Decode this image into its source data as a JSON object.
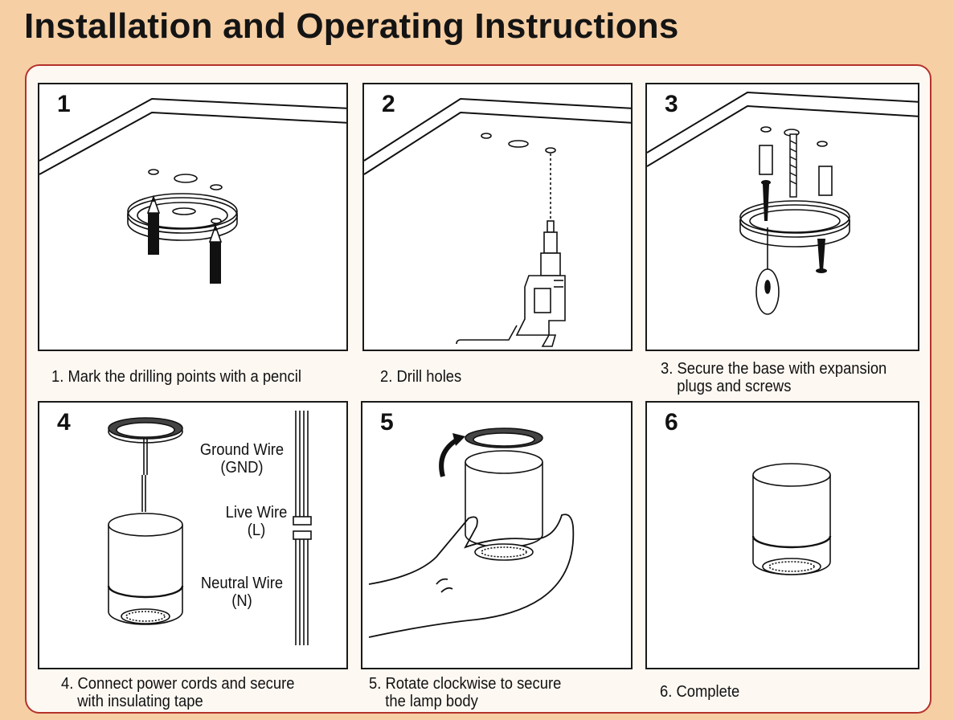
{
  "title": "Installation and Operating Instructions",
  "steps": [
    {
      "number": "1",
      "caption_line1": "1. Mark the drilling points with a pencil",
      "caption_line2": ""
    },
    {
      "number": "2",
      "caption_line1": "2. Drill holes",
      "caption_line2": ""
    },
    {
      "number": "3",
      "caption_line1": "3. Secure the base with expansion",
      "caption_line2": "plugs and screws"
    },
    {
      "number": "4",
      "caption_line1": "4. Connect power cords and secure",
      "caption_line2": "with insulating tape"
    },
    {
      "number": "5",
      "caption_line1": "5. Rotate clockwise to secure",
      "caption_line2": "the lamp body"
    },
    {
      "number": "6",
      "caption_line1": "6. Complete",
      "caption_line2": ""
    }
  ],
  "wires": {
    "ground_line1": "Ground Wire",
    "ground_line2": "(GND)",
    "live_line1": "Live Wire",
    "live_line2": "(L)",
    "neutral_line1": "Neutral Wire",
    "neutral_line2": "(N)"
  },
  "icons": [
    "pencil-icon",
    "drill-icon",
    "screw-icon",
    "screwdriver-icon",
    "rotate-arrow-icon",
    "hand-icon",
    "lamp-icon"
  ]
}
